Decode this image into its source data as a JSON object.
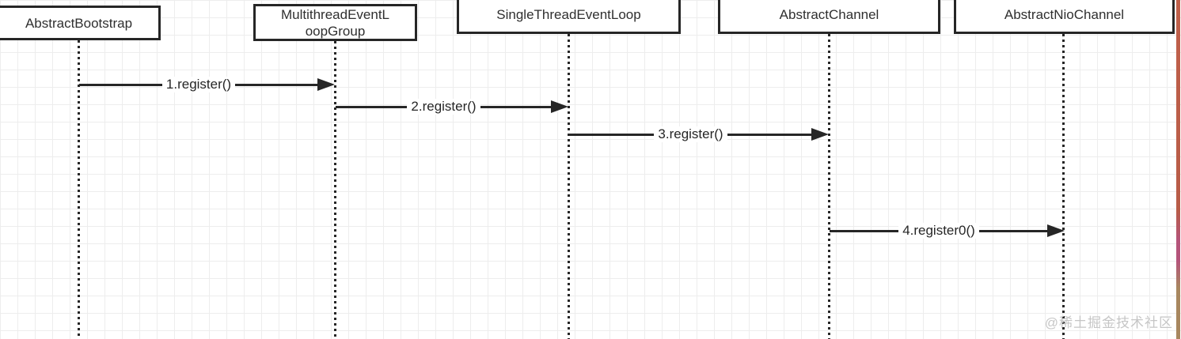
{
  "diagram": {
    "type": "sequence-diagram",
    "participants": [
      {
        "label": "AbstractBootstrap",
        "lines": [
          "AbstractBootstrap"
        ]
      },
      {
        "label": "MultithreadEventLoopGroup",
        "lines": [
          "MultithreadEventL",
          "oopGroup"
        ]
      },
      {
        "label": "SingleThreadEventLoop",
        "lines": [
          "SingleThreadEventLoop"
        ]
      },
      {
        "label": "AbstractChannel",
        "lines": [
          "AbstractChannel"
        ]
      },
      {
        "label": "AbstractNioChannel",
        "lines": [
          "AbstractNioChannel"
        ]
      }
    ],
    "messages": [
      {
        "label": "1.register()",
        "from": "AbstractBootstrap",
        "to": "MultithreadEventLoopGroup"
      },
      {
        "label": "2.register()",
        "from": "MultithreadEventLoopGroup",
        "to": "SingleThreadEventLoop"
      },
      {
        "label": "3.register()",
        "from": "SingleThreadEventLoop",
        "to": "AbstractChannel"
      },
      {
        "label": "4.register0()",
        "from": "AbstractChannel",
        "to": "AbstractNioChannel"
      }
    ]
  },
  "watermark": {
    "text": "@稀土掘金技术社区"
  },
  "colors": {
    "line": "#262626",
    "box_border": "#262626",
    "box_fill": "#ffffff",
    "text": "#2f2f2f",
    "grid": "#ededed",
    "watermark": "#c6c6c6",
    "edge_strip_top": "#c0604a",
    "edge_strip_mid": "#b4547a",
    "edge_strip_bottom": "#a8875f"
  }
}
